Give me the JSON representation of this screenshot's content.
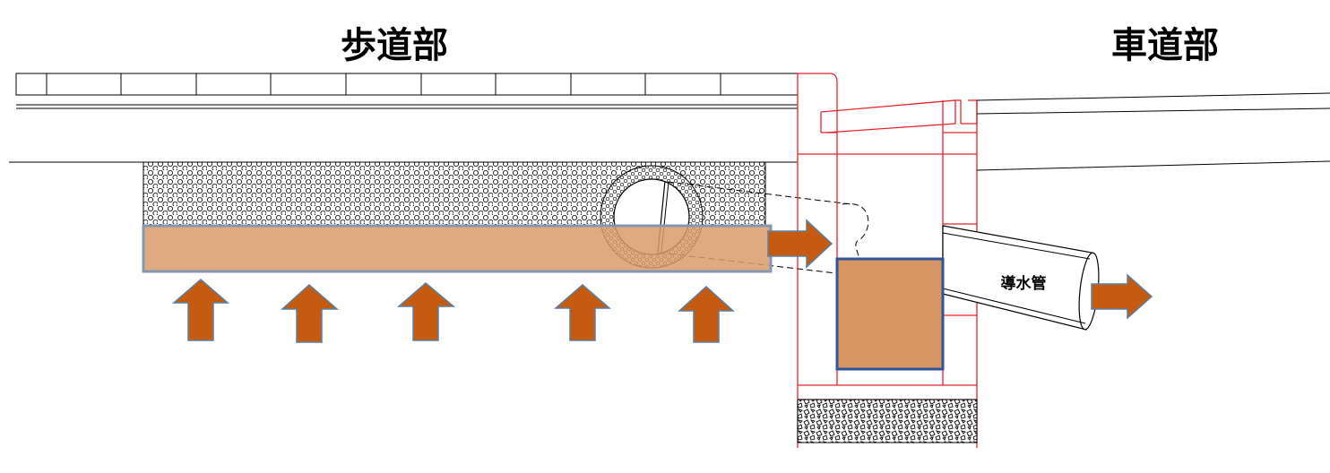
{
  "labels": {
    "sidewalk": "歩道部",
    "roadway": "車道部",
    "drain_pipe": "導水管"
  },
  "colors": {
    "flow_arrow": "#C55A11",
    "flow_arrow_outline": "#5B7FA3",
    "water_layer_fill": "#D99A6C",
    "water_layer_border": "#8497B0",
    "box_fill": "#D69563",
    "box_border": "#2F5597",
    "structure_red": "#E8222A",
    "line": "#000000"
  },
  "icons": {
    "upward_arrows": [
      "up-arrow-icon",
      "up-arrow-icon",
      "up-arrow-icon",
      "up-arrow-icon",
      "up-arrow-icon"
    ],
    "flow_arrows": [
      "right-arrow-icon",
      "right-arrow-icon"
    ]
  }
}
